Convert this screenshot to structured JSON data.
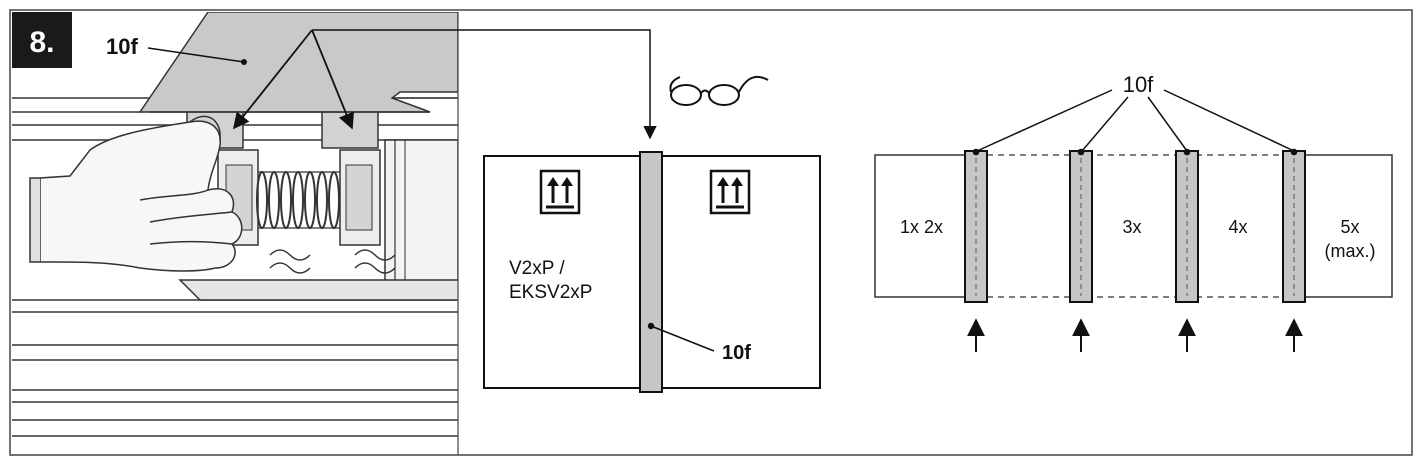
{
  "step": {
    "number": "8."
  },
  "left_panel": {
    "part_label": "10f"
  },
  "middle_panel": {
    "glasses_icon": "glasses-icon",
    "this_side_up_icon": "this-side-up-arrows-icon",
    "model_line1": "V2xP /",
    "model_line2": "EKSV2xP",
    "part_label": "10f"
  },
  "right_panel": {
    "part_label": "10f",
    "positions": [
      {
        "label": "1x 2x"
      },
      {
        "label": "3x"
      },
      {
        "label": "4x"
      },
      {
        "label_line1": "5x",
        "label_line2": "(max.)"
      }
    ]
  },
  "colors": {
    "strap_fill": "#c6c6c6",
    "outline": "#111111",
    "badge_bg": "#1a1a1a",
    "badge_text": "#ffffff",
    "cover_gray": "#c9c9c9"
  }
}
